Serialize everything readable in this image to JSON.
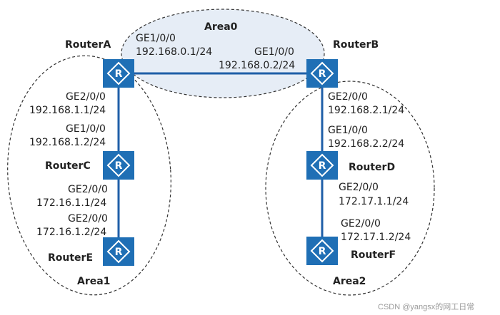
{
  "areas": {
    "area0": "Area0",
    "area1": "Area1",
    "area2": "Area2"
  },
  "routers": {
    "a": "RouterA",
    "b": "RouterB",
    "c": "RouterC",
    "d": "RouterD",
    "e": "RouterE",
    "f": "RouterF"
  },
  "interfaces": {
    "a_b_side": {
      "port": "GE1/0/0",
      "ip": "192.168.0.1/24"
    },
    "b_a_side": {
      "port": "GE1/0/0",
      "ip": "192.168.0.2/24"
    },
    "a_c_side": {
      "port": "GE2/0/0",
      "ip": "192.168.1.1/24"
    },
    "c_a_side": {
      "port": "GE1/0/0",
      "ip": "192.168.1.2/24"
    },
    "c_e_side": {
      "port": "GE2/0/0",
      "ip": "172.16.1.1/24"
    },
    "e_c_side": {
      "port": "GE2/0/0",
      "ip": "172.16.1.2/24"
    },
    "b_d_side": {
      "port": "GE2/0/0",
      "ip": "192.168.2.1/24"
    },
    "d_b_side": {
      "port": "GE1/0/0",
      "ip": "192.168.2.2/24"
    },
    "d_f_side": {
      "port": "GE2/0/0",
      "ip": "172.17.1.1/24"
    },
    "f_d_side": {
      "port": "GE2/0/0",
      "ip": "172.17.1.2/24"
    }
  },
  "watermark": "CSDN @yangsx的网工日常",
  "colors": {
    "router_fill": "#1f6fb5",
    "area0_fill": "#e6edf6",
    "link": "#1f5fa8",
    "ellipse_stroke": "#333333"
  },
  "icons": {
    "router": "router-icon"
  }
}
